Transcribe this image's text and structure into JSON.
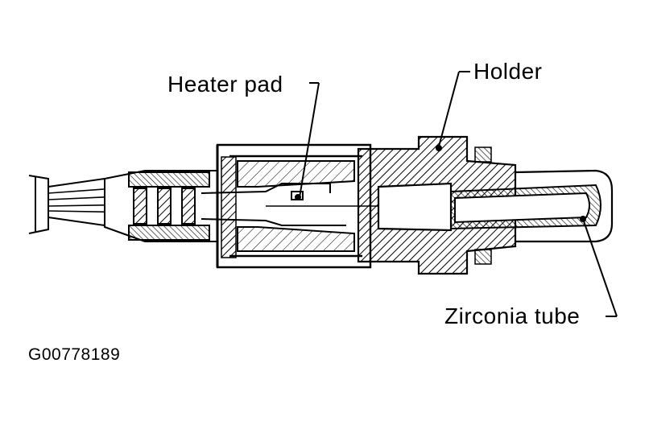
{
  "labels": {
    "heater_pad": "Heater pad",
    "holder": "Holder",
    "zirconia_tube": "Zirconia tube"
  },
  "figure_code": "G00778189",
  "colors": {
    "ink": "#000000",
    "paper": "#ffffff"
  }
}
